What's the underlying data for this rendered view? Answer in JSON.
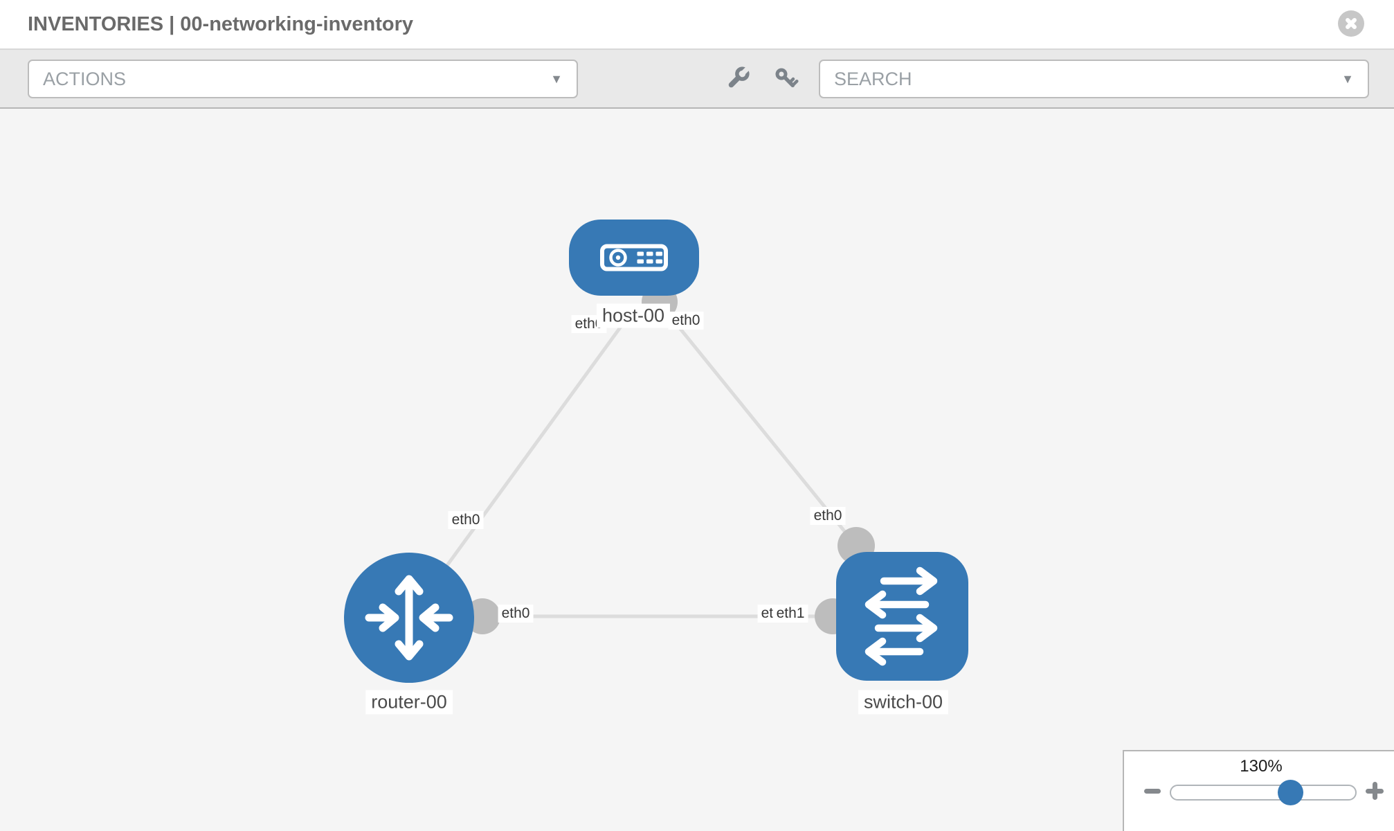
{
  "header": {
    "title": "INVENTORIES | 00-networking-inventory"
  },
  "toolbar": {
    "actions_label": "ACTIONS",
    "search_label": "SEARCH"
  },
  "icons": {
    "caret": "▼"
  },
  "diagram": {
    "node_labels": {
      "host": "host-00",
      "router": "router-00",
      "switch": "switch-00"
    },
    "interfaces": {
      "host_eth_to_router": "eth0",
      "host_eth_to_switch": "eth0",
      "router_eth_to_host": "eth0",
      "switch_eth_to_host": "eth0",
      "router_eth_to_switch": "eth0",
      "switch_eth_hidden": "eth0",
      "switch_eth_to_router": "eth1"
    }
  },
  "zoom_control": {
    "level": "130%"
  },
  "colors": {
    "node_blue": "#3779b5",
    "link_gray": "#dcdcdc",
    "connector_gray": "#bdbdbd"
  }
}
